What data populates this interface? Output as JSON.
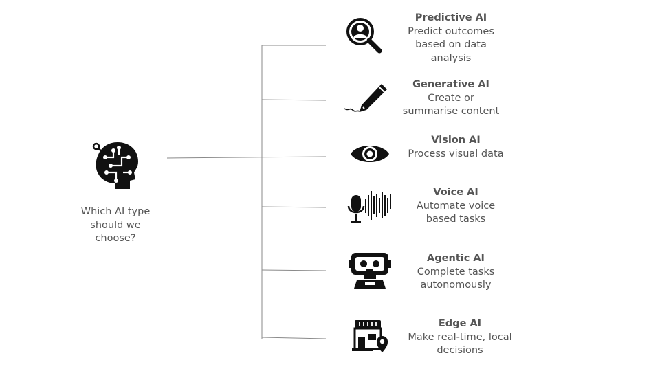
{
  "root": {
    "question": "Which AI type\nshould we\nchoose?",
    "icon": "ai-head-circuit-icon"
  },
  "categories": [
    {
      "title": "Predictive AI",
      "description": "Predict outcomes\nbased on data\nanalysis",
      "icon": "magnifier-person-icon"
    },
    {
      "title": "Generative AI",
      "description": "Create or\nsummarise content",
      "icon": "pencil-icon"
    },
    {
      "title": "Vision AI",
      "description": "Process visual data",
      "icon": "eye-icon"
    },
    {
      "title": "Voice AI",
      "description": "Automate voice\nbased tasks",
      "icon": "microphone-soundwave-icon"
    },
    {
      "title": "Agentic AI",
      "description": "Complete tasks\nautonomously",
      "icon": "robot-icon"
    },
    {
      "title": "Edge AI",
      "description": "Make real-time, local\ndecisions",
      "icon": "store-location-icon"
    }
  ],
  "colors": {
    "text": "#555555",
    "line": "#8a8a8a",
    "icon": "#111111"
  }
}
